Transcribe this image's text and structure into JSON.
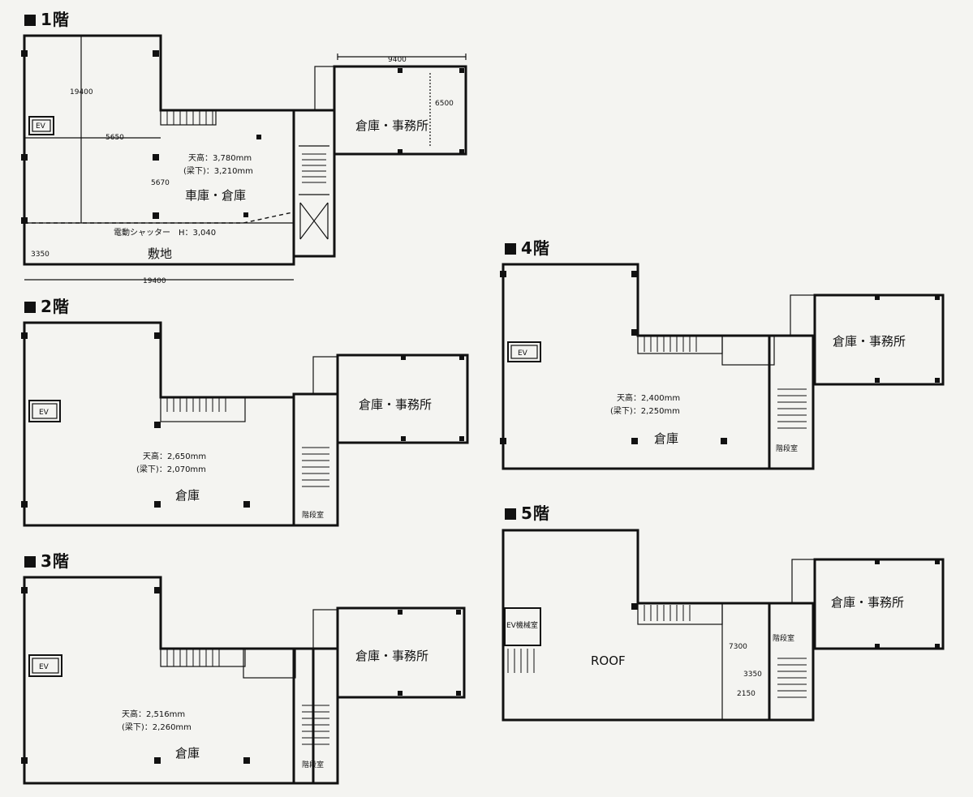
{
  "floors": {
    "f1": {
      "title": "1階",
      "storage_office": "倉庫・事務所",
      "garage": "車庫・倉庫",
      "ceiling": "天高：3,780mm",
      "beam": "(梁下)：3,210mm",
      "shutter": "電動シャッター　H：3,040",
      "site": "敷地",
      "ev": "EV",
      "dims": [
        "9400",
        "6500",
        "19400",
        "5650",
        "5670",
        "3350",
        "19400"
      ]
    },
    "f2": {
      "title": "2階",
      "storage_office": "倉庫・事務所",
      "storage": "倉庫",
      "ceiling": "天高：2,650mm",
      "beam": "(梁下)：2,070mm",
      "stair": "階段室",
      "ev": "EV"
    },
    "f3": {
      "title": "3階",
      "storage_office": "倉庫・事務所",
      "storage": "倉庫",
      "ceiling": "天高：2,516mm",
      "beam": "(梁下)：2,260mm",
      "stair": "階段室",
      "ev": "EV"
    },
    "f4": {
      "title": "4階",
      "storage_office": "倉庫・事務所",
      "storage": "倉庫",
      "ceiling": "天高：2,400mm",
      "beam": "(梁下)：2,250mm",
      "stair": "階段室",
      "ev": "EV"
    },
    "f5": {
      "title": "5階",
      "storage_office": "倉庫・事務所",
      "roof": "ROOF",
      "stair": "階段室",
      "machine_room": "EV機械室",
      "dims": [
        "7300",
        "3350",
        "2150"
      ]
    }
  },
  "colors": {
    "ink": "#111111",
    "paper": "#f4f4f1"
  }
}
